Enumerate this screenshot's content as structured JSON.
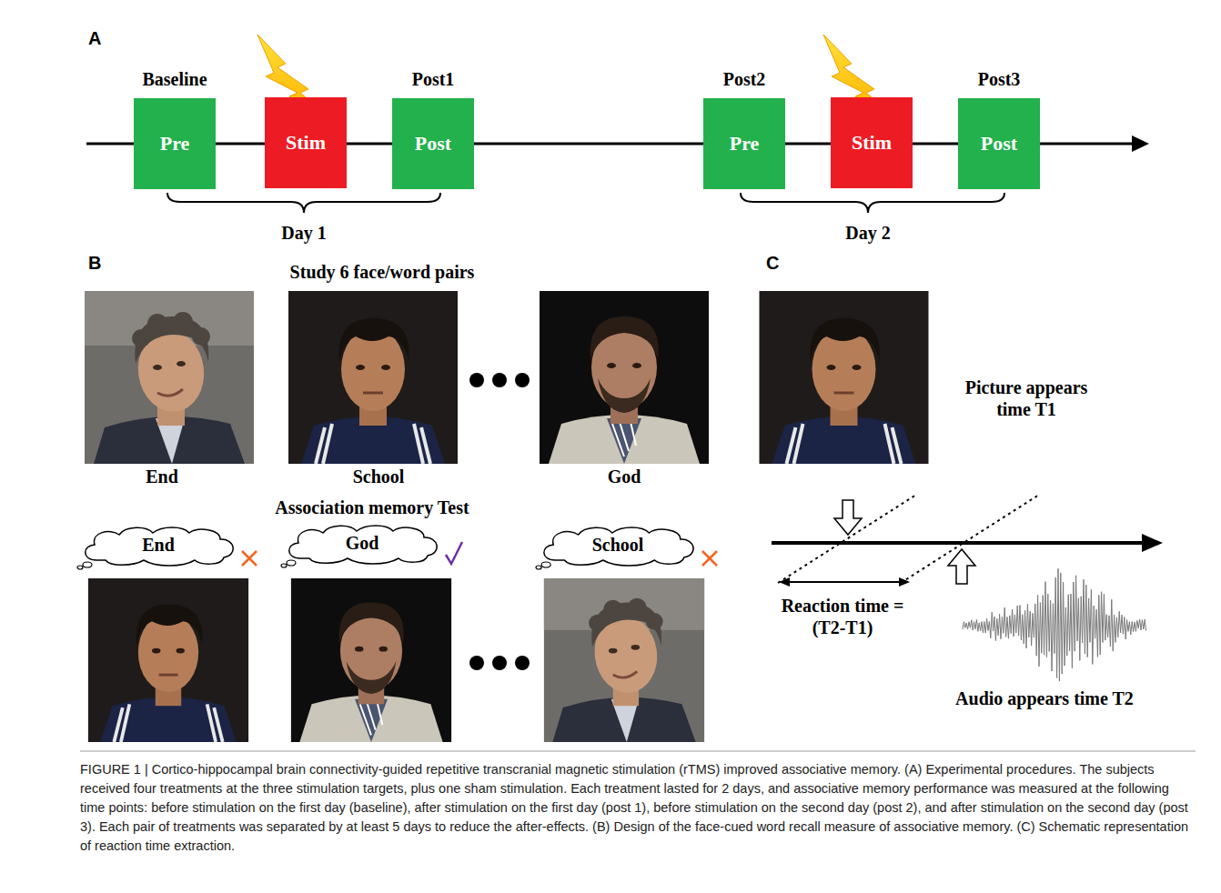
{
  "diagram": {
    "caption": "FIGURE 1 | Cortico-hippocampal brain connectivity-guided repetitive transcranial magnetic stimulation (rTMS) improved associative memory. (A) Experimental procedures. The subjects received four treatments at the three stimulation targets, plus one sham stimulation. Each treatment lasted for 2 days, and associative memory performance was measured at the following time points: before stimulation on the first day (baseline), after stimulation on the first day (post 1), before stimulation on the second day (post 2), and after stimulation on the second day (post 3). Each pair of treatments was separated by at least 5 days to reduce the after-effects. (B) Design of the face-cued word recall measure of associative memory. (C) Schematic representation of reaction time extraction.",
    "nodes": [
      {
        "text": [
          "Baseline",
          "Pre"
        ]
      },
      {
        "text": [
          "Stim"
        ]
      },
      {
        "text": [
          "Post1",
          "Post"
        ]
      },
      {
        "text": [
          "Post2",
          "Pre"
        ]
      },
      {
        "text": [
          "Stim"
        ]
      },
      {
        "text": [
          "Post3",
          "Post"
        ]
      },
      {
        "text": [
          "End"
        ]
      },
      {
        "text": [
          "God"
        ]
      },
      {
        "text": [
          "School"
        ]
      }
    ],
    "labels": [
      "A",
      "Day 1",
      "Day 2",
      "B",
      "Study 6 face/word pairs",
      "End",
      "School",
      "God",
      "Association memory Test",
      "C",
      "Picture appears time T1",
      "Reaction time = (T2-T1)",
      "Audio appears time T2"
    ]
  }
}
